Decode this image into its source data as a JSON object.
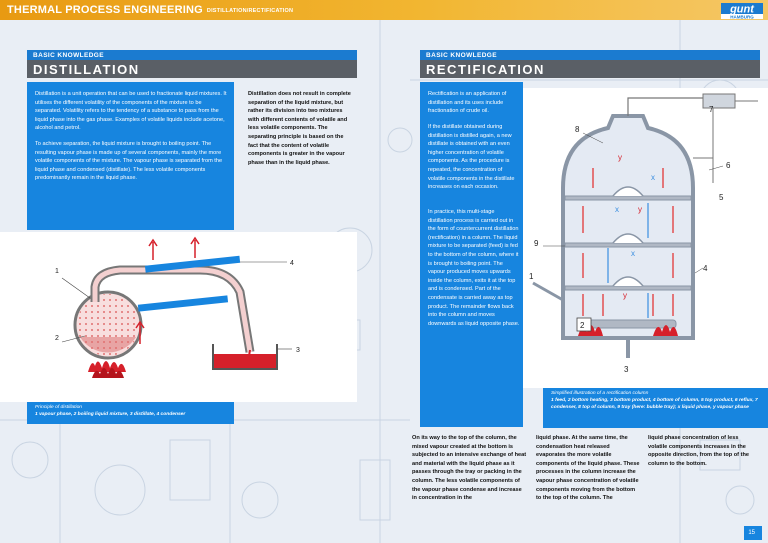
{
  "header": {
    "title": "THERMAL PROCESS ENGINEERING",
    "subtitle": "DISTILLATION/RECTIFICATION",
    "logo_top": "gunt",
    "logo_bottom": "HAMBURG"
  },
  "left": {
    "kicker": "BASIC KNOWLEDGE",
    "title": "DISTILLATION",
    "para1": "Distillation is a unit operation that can be used to fractionate liquid mixtures. It utilises the different volatility of the components of the mixture to be separated. Volatility refers to the tendency of a substance to pass from the liquid phase into the gas phase. Examples of volatile liquids include acetone, alcohol and petrol.",
    "para2": "To achieve separation, the liquid mixture is brought to boiling point. The resulting vapour phase is made up of several components, mainly the more volatile components of the mixture. The vapour phase is separated from the liquid phase and condensed (distillate). The less volatile components predominantly remain in the liquid phase.",
    "bold_note": "Distillation does not result in complete separation of the liquid mixture, but rather its division into two mixtures with different contents of volatile and less volatile components. The separating principle is based on the fact that the content of volatile components is greater in the vapour phase than in the liquid phase.",
    "fig_labels": [
      "1",
      "2",
      "3",
      "4"
    ],
    "caption_title": "Principle of distillation",
    "caption_body": "1 vapour phase, 2 boiling liquid mixture, 3 distillate, 4 condenser"
  },
  "right": {
    "kicker": "BASIC KNOWLEDGE",
    "title": "RECTIFICATION",
    "para1": "Rectification is an application of distillation and its uses include fractionation of crude oil.",
    "para2": "If the distillate obtained during distillation is distilled again, a new distillate is obtained with an even higher concentration of volatile components. As the procedure is repeated, the concentration of volatile components in the distillate increases on each occasion.",
    "para3": "In practice, this multi-stage distillation process is carried out in the form of countercurrent distillation (rectification) in a column. The liquid mixture to be separated (feed) is fed to the bottom of the column, where it is brought to boiling point. The vapour produced moves upwards inside the column, exits it at the top and is condensed. Part of the condensate is carried away as top product. The remainder flows back into the column and moves downwards as liquid opposite phase.",
    "fig_labels": [
      "1",
      "2",
      "3",
      "4",
      "5",
      "6",
      "7",
      "8",
      "9"
    ],
    "fig_letters": {
      "y": "y",
      "x": "x"
    },
    "caption_title": "Simplified illustration of a rectification column",
    "caption_body": "1 feed, 2 bottom heating, 3 bottom product, 4 bottom of column, 5 top product, 6 reflux, 7 condenser, 8 top of column, 9 tray (here: bubble tray); x liquid phase, y vapour phase",
    "bottom_col1": "On its way to the top of the column, the mixed vapour created at the bottom is subjected to an intensive exchange of heat and material with the liquid phase as it passes through the tray or packing in the column. The less volatile components of the vapour phase condense and increase in concentration in the",
    "bottom_col2": "liquid phase. At the same time, the condensation heat released evaporates the more volatile components of the liquid phase. These processes in the column increase the vapour phase concentration of volatile components moving from the bottom to the top of the column. The",
    "bottom_col3": "liquid phase concentration of less volatile components increases in the opposite direction, from the top of the column to the bottom."
  },
  "page_number": "15",
  "colors": {
    "accent_blue": "#1785df",
    "header_orange": "#f0a820",
    "title_gray": "#5a5f66",
    "liquid_red": "#d6202a"
  }
}
